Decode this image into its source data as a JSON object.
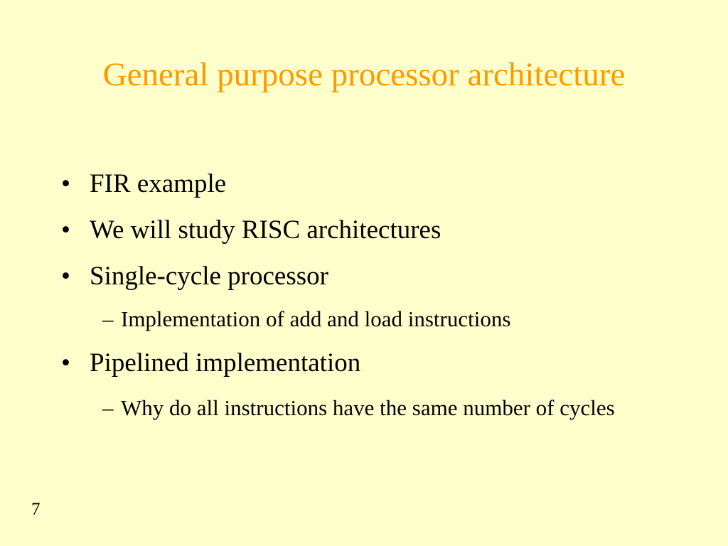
{
  "slide": {
    "title": "General purpose processor architecture",
    "bullets": [
      {
        "text": "FIR example"
      },
      {
        "text": "We will study RISC architectures"
      },
      {
        "text": "Single-cycle processor",
        "sub": [
          "Implementation of add and load instructions"
        ]
      },
      {
        "text": "Pipelined implementation",
        "sub": [
          "Why do all instructions have the same number of cycles"
        ]
      }
    ],
    "page_number": "7",
    "bullet_marker": "•",
    "sub_marker": "–"
  },
  "colors": {
    "background": "#FFFFCC",
    "title": "#FF9900",
    "body_text": "#000000"
  }
}
